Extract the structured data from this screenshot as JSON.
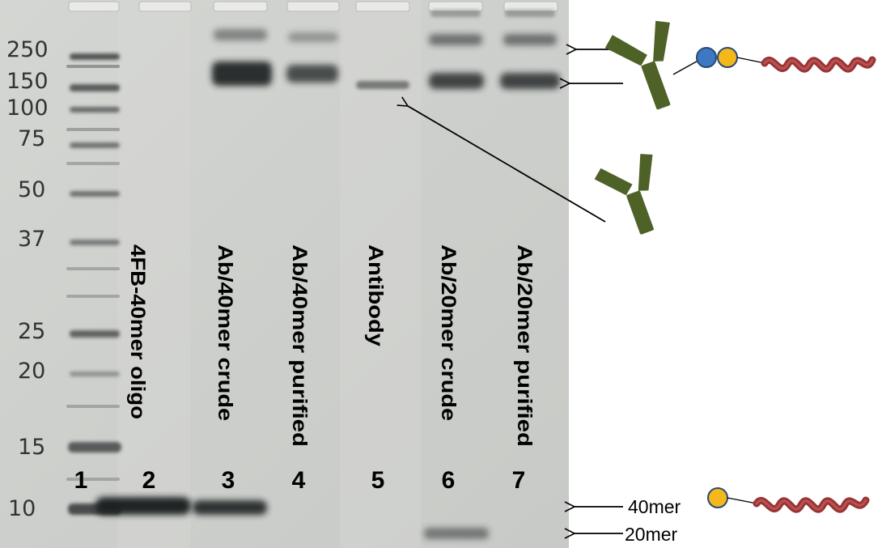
{
  "figure": {
    "marker_labels": [
      "250",
      "150",
      "100",
      "75",
      "50",
      "37",
      "25",
      "20",
      "15",
      "10"
    ],
    "lane_labels": [
      "4FB-40mer oligo",
      "Ab/40mer crude",
      "Ab/40mer purified",
      "Antibody",
      "Ab/20mer crude",
      "Ab/20mer purified"
    ],
    "lane_numbers": [
      "1",
      "2",
      "3",
      "4",
      "5",
      "6",
      "7"
    ],
    "band_labels": [
      "40mer",
      "20mer"
    ],
    "icons": [
      "antibody-conjugate-icon",
      "antibody-icon",
      "oligo-helix-icon"
    ],
    "colors": {
      "gel": "#cfd1ce",
      "band": "#26282a",
      "antibody": "#4e6127",
      "helix": "#9a3434",
      "bead_blue": "#3d78c4",
      "bead_yellow": "#f5b81c"
    }
  }
}
